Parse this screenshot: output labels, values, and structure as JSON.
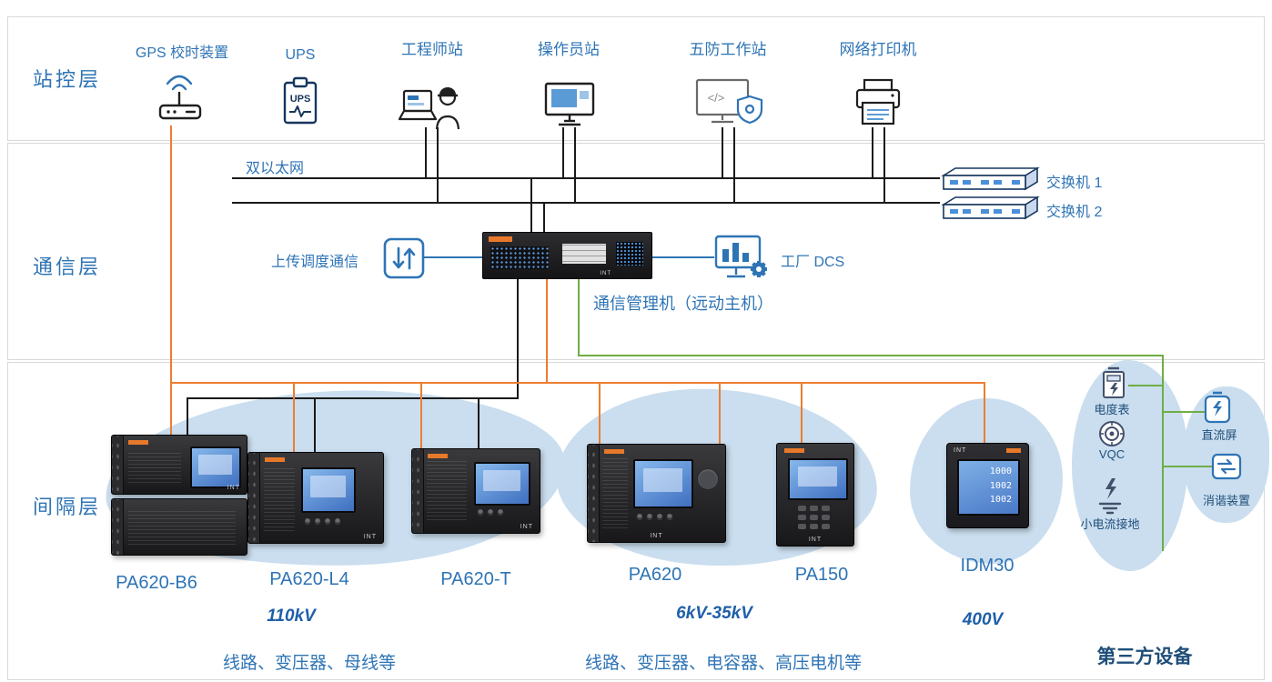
{
  "brand": "INT",
  "colors": {
    "accent_blue": "#2e74b5",
    "navy": "#1f4e79",
    "line_black": "#1a1a1a",
    "line_orange": "#ed7d31",
    "line_green": "#6fad46",
    "blob_blue": "#cadeef"
  },
  "layers": {
    "station": "站控层",
    "comm": "通信层",
    "bay": "间隔层"
  },
  "station_layer": {
    "items": [
      {
        "label": "GPS 校时装置"
      },
      {
        "label": "UPS"
      },
      {
        "label": "工程师站"
      },
      {
        "label": "操作员站"
      },
      {
        "label": "五防工作站"
      },
      {
        "label": "网络打印机"
      }
    ]
  },
  "comm_layer": {
    "dual_ethernet": "双以太网",
    "switch1": "交换机 1",
    "switch2": "交换机 2",
    "upload": "上传调度通信",
    "manager": "通信管理机（远动主机）",
    "dcs": "工厂 DCS"
  },
  "bay_layer": {
    "devices": [
      {
        "name": "PA620-B6"
      },
      {
        "name": "PA620-L4"
      },
      {
        "name": "PA620-T"
      },
      {
        "name": "PA620"
      },
      {
        "name": "PA150"
      },
      {
        "name": "IDM30"
      }
    ],
    "voltages": [
      "110kV",
      "6kV-35kV",
      "400V"
    ],
    "captions": [
      "线路、变压器、母线等",
      "线路、变压器、电容器、高压电机等",
      "第三方设备"
    ],
    "third_party": [
      {
        "label": "电度表"
      },
      {
        "label": "VQC"
      },
      {
        "label": "小电流接地"
      },
      {
        "label": "直流屏"
      },
      {
        "label": "消谐装置"
      }
    ],
    "idm30_screen": [
      "1000",
      "1002",
      "1002"
    ]
  },
  "icons": {
    "code_glyph": "</>"
  }
}
